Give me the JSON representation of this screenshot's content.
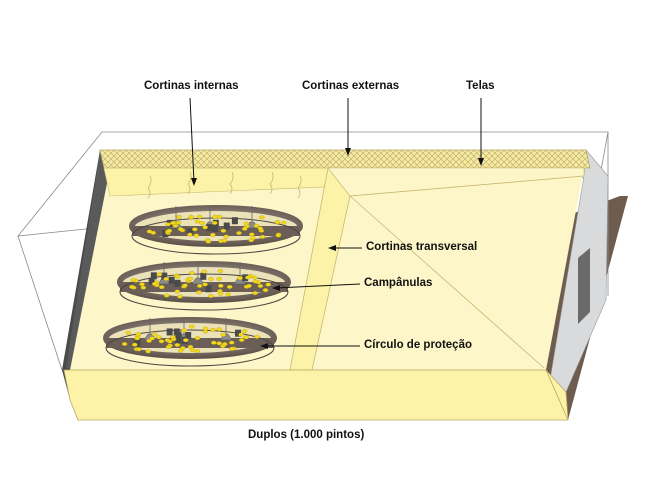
{
  "labels": {
    "inner_curtains": "Cortinas internas",
    "outer_curtains": "Cortinas externas",
    "screens": "Telas",
    "transverse_curtain": "Cortinas transversal",
    "bell_feeders": "Campânulas",
    "protection_circle": "Círculo de proteção",
    "caption": "Duplos (1.000 pintos)"
  },
  "brooding_circles": {
    "count": 3
  },
  "colors": {
    "curtain_yellow": "#fcf2a8",
    "floor_cream": "#fdf6c8",
    "shed_ground": "#6e5c4e",
    "side_wall_grey": "#d8dadc",
    "circle_ring": "#7a6e64",
    "chick_yellow": "#f2d81a",
    "roof_mesh": "#e8d77a"
  }
}
